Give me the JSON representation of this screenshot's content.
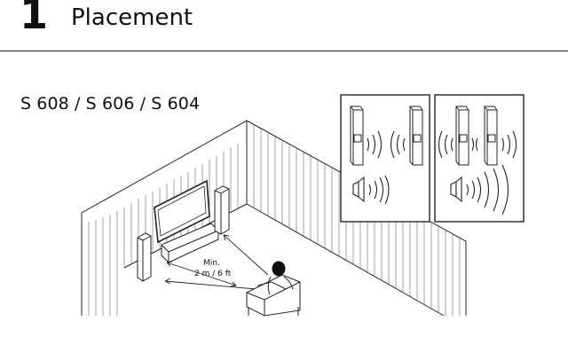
{
  "header": {
    "step_number": "1",
    "title": "Placement"
  },
  "section": {
    "models": "S 608 / S 606 / S 604"
  },
  "diagram": {
    "distance_min_label": "Min.",
    "distance_value_label": "2 m / 6 ft"
  }
}
